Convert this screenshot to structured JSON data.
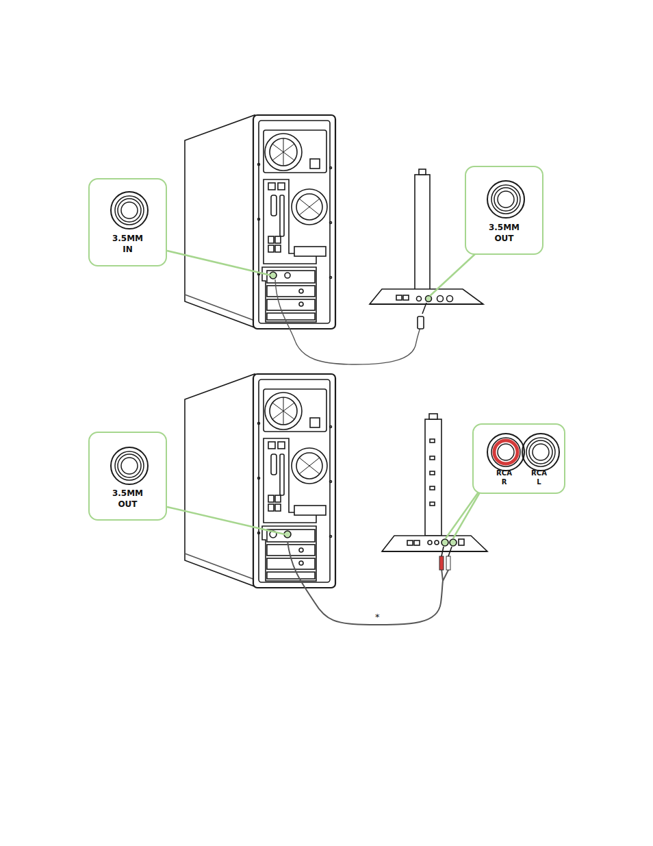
{
  "diagram": {
    "nodes": [
      {
        "text": [
          "3.5MM IN"
        ]
      },
      {
        "text": [
          "3.5MM OUT"
        ]
      },
      {
        "text": [
          "3.5MM OUT"
        ]
      },
      {
        "text": [
          "RCA R",
          "RCA L"
        ]
      }
    ],
    "labels": [
      "*"
    ]
  }
}
